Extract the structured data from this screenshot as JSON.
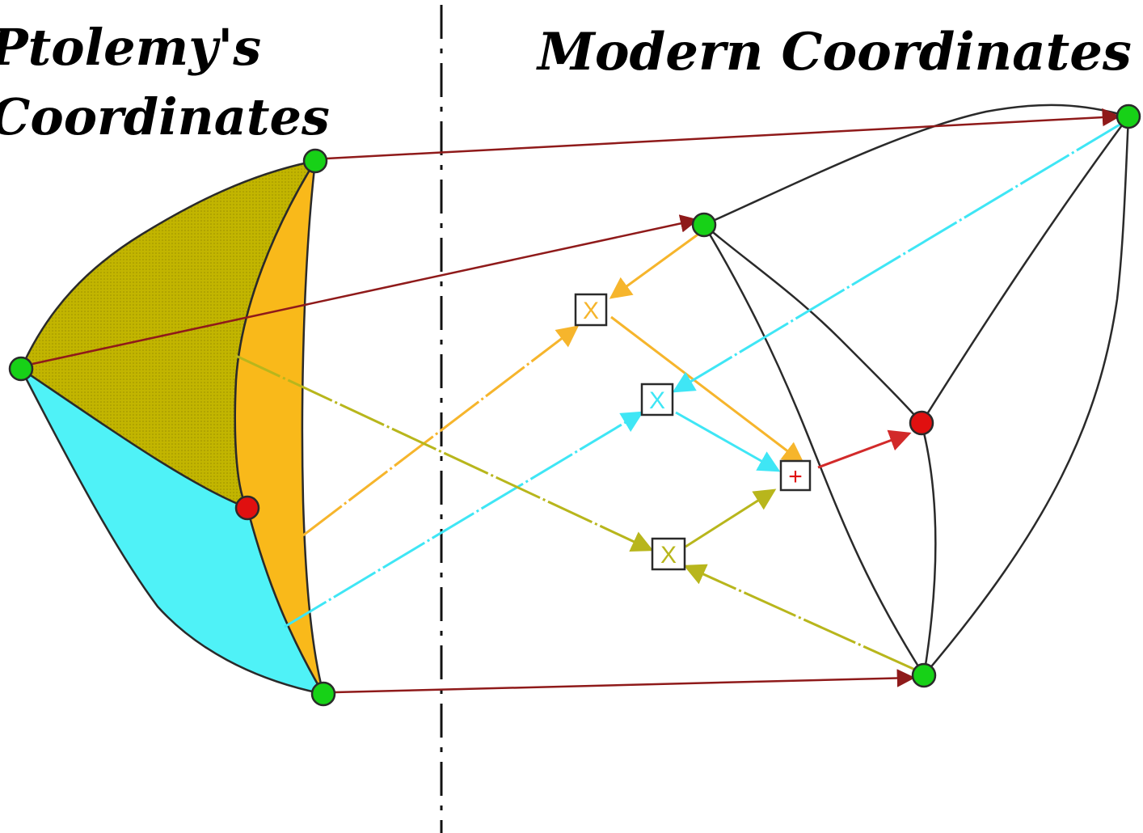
{
  "titles": {
    "left_line1": "Ptolemy's",
    "left_line2": "Coordinates",
    "right": "Modern Coordinates"
  },
  "colors": {
    "olive_region": "#C2B500",
    "orange_region": "#F9B91A",
    "cyan_region": "#4FF2F7",
    "dark_red_arrow": "#8F1A1A",
    "red_arrow": "#D22A2A",
    "orange_arrow": "#F6B52C",
    "cyan_arrow": "#3FE6F5",
    "olive_arrow": "#B8B61C",
    "green_node": "#17D117",
    "red_node": "#E01010",
    "outline": "#2a2a2a"
  },
  "markers": {
    "cross": "X",
    "plus": "+"
  }
}
